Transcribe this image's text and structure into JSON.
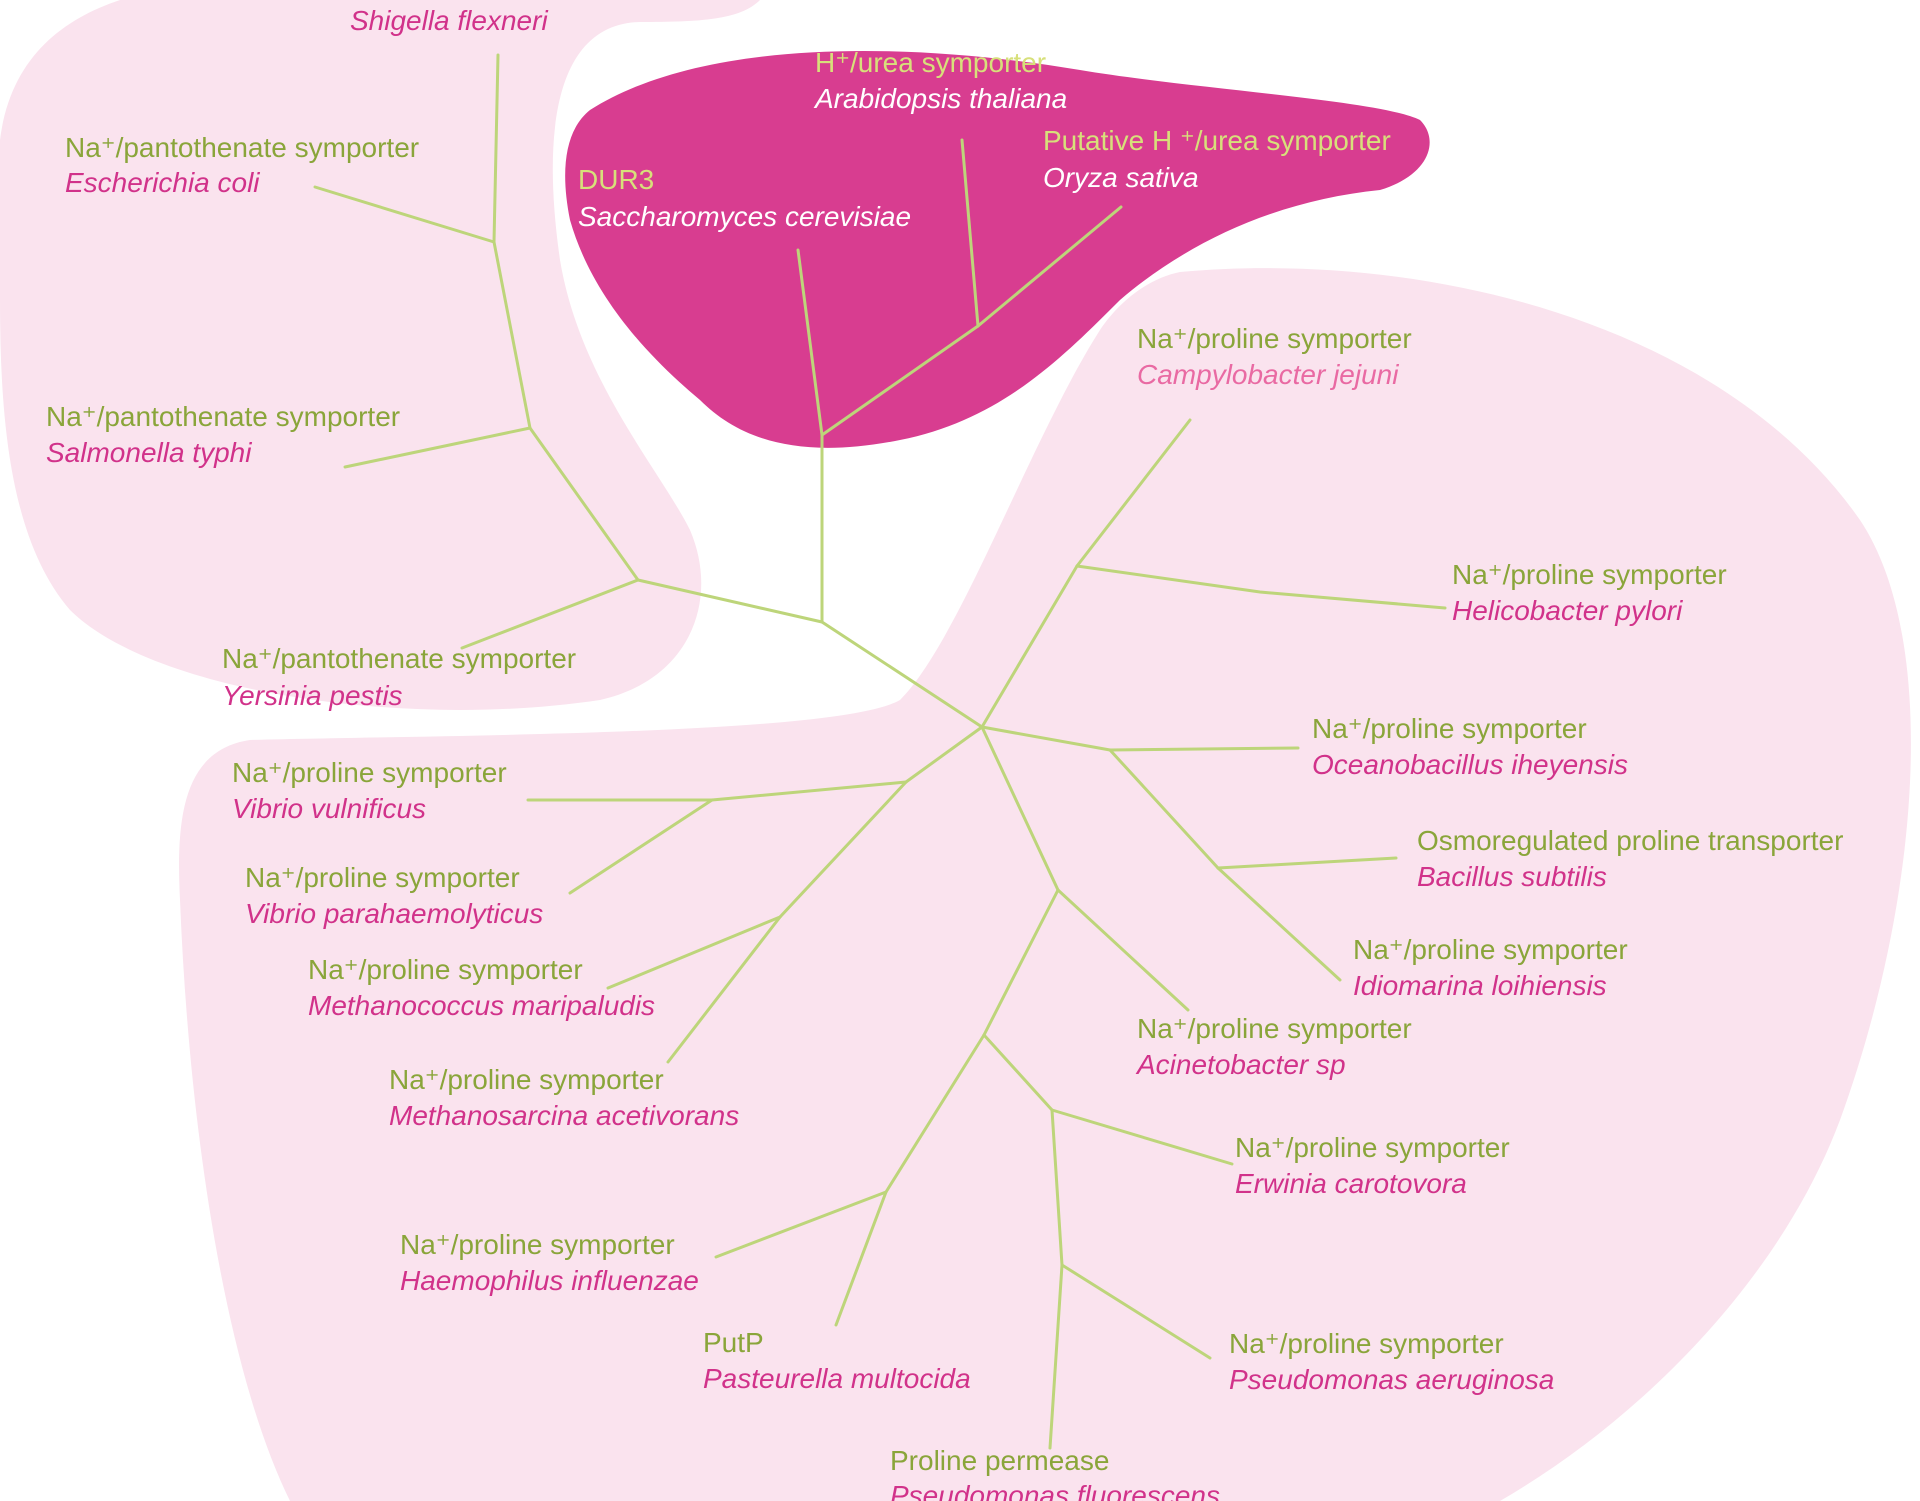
{
  "colors": {
    "background": "#ffffff",
    "bacterial_region": "#fae3ee",
    "urea_region": "#d83d90",
    "branch": "#bdd57a",
    "protein_text": "#8aa53a",
    "species_text": "#d1328a",
    "urea_protein_text": "#d7e07a",
    "urea_species_text": "#ffffff"
  },
  "leaves": [
    {
      "id": "shigella",
      "protein": "",
      "species": "Shigella flexneri"
    },
    {
      "id": "ecoli",
      "protein": "Na⁺/pantothenate symporter",
      "species": "Escherichia coli"
    },
    {
      "id": "salmonella",
      "protein": "Na⁺/pantothenate symporter",
      "species": "Salmonella typhi"
    },
    {
      "id": "yersinia",
      "protein": "Na⁺/pantothenate symporter",
      "species": "Yersinia pestis"
    },
    {
      "id": "arabidopsis",
      "protein": "H⁺/urea symporter",
      "species": "Arabidopsis thaliana"
    },
    {
      "id": "oryza",
      "protein": "Putative H  ⁺/urea symporter",
      "species": "Oryza sativa"
    },
    {
      "id": "saccharomyces",
      "protein": "DUR3",
      "species": "Saccharomyces cerevisiae"
    },
    {
      "id": "campylobacter",
      "protein": "Na⁺/proline symporter",
      "species": "Campylobacter jejuni"
    },
    {
      "id": "helicobacter",
      "protein": "Na⁺/proline symporter",
      "species": "Helicobacter pylori"
    },
    {
      "id": "oceanobacillus",
      "protein": "Na⁺/proline symporter",
      "species": "Oceanobacillus iheyensis"
    },
    {
      "id": "bacillus",
      "protein": "Osmoregulated proline transporter",
      "species": "Bacillus subtilis"
    },
    {
      "id": "idiomarina",
      "protein": "Na⁺/proline symporter",
      "species": "Idiomarina loihiensis"
    },
    {
      "id": "acinetobacter",
      "protein": "Na⁺/proline symporter",
      "species": "Acinetobacter sp"
    },
    {
      "id": "erwinia",
      "protein": "Na⁺/proline symporter",
      "species": "Erwinia carotovora"
    },
    {
      "id": "pseudomonas_a",
      "protein": "Na⁺/proline symporter",
      "species": "Pseudomonas aeruginosa"
    },
    {
      "id": "pseudomonas_f",
      "protein": "Proline permease",
      "species": "Pseudomonas fluorescens"
    },
    {
      "id": "pasteurella",
      "protein": "PutP",
      "species": "Pasteurella multocida"
    },
    {
      "id": "haemophilus",
      "protein": "Na⁺/proline symporter",
      "species": "Haemophilus influenzae"
    },
    {
      "id": "methanosarcina",
      "protein": "Na⁺/proline symporter",
      "species": "Methanosarcina acetivorans"
    },
    {
      "id": "methanococcus",
      "protein": "Na⁺/proline symporter",
      "species": "Methanococcus maripaludis"
    },
    {
      "id": "vibrio_p",
      "protein": "Na⁺/proline symporter",
      "species": "Vibrio parahaemolyticus"
    },
    {
      "id": "vibrio_v",
      "protein": "Na⁺/proline symporter",
      "species": "Vibrio vulnificus"
    }
  ]
}
